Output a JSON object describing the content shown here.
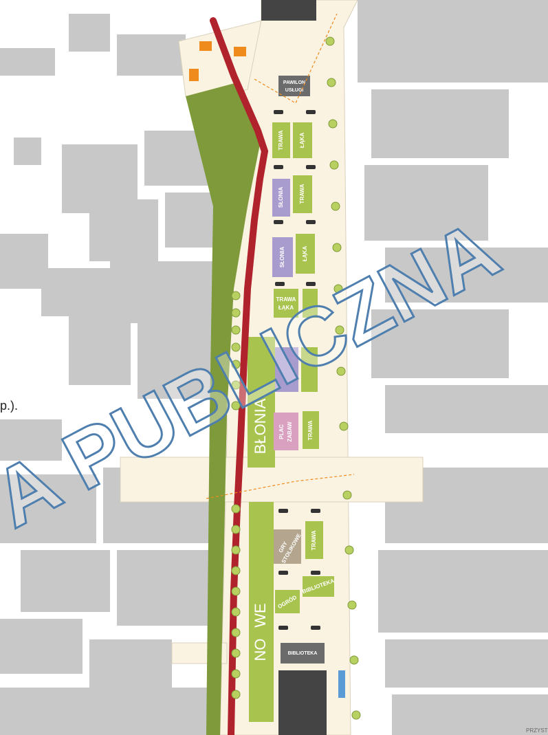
{
  "labels": {
    "pawilon_uslugi": [
      "PAWILON",
      "USŁUGI"
    ],
    "trawa_laka": [
      "TRAWA",
      "ŁĄKA"
    ],
    "slonia": "SŁONIA",
    "plac_zabaw": [
      "PLAC",
      "ZABAW"
    ],
    "gry": [
      "GRY",
      "STOLIKOWE"
    ],
    "biblioteka": "BIBLIOTEKA",
    "ogrod": "OGRÓD",
    "blonia": "BŁONIA",
    "nowe": [
      "NO",
      "WE"
    ],
    "przyst": "PRZYST"
  },
  "watermark": "A PUBLICZNA",
  "edge_text": "p.).",
  "colors": {
    "building": "#c8c8c8",
    "pavement": "#fbf3e1",
    "grass": "#a9c34f",
    "dark_grass": "#7e9a3a",
    "lavender": "#a89ccf",
    "pink": "#d9a0c0",
    "tan": "#b3a58e",
    "bike_lane": "#b0222c",
    "orange": "#ef8a1d",
    "watermark_stroke": "#4f7fae"
  }
}
